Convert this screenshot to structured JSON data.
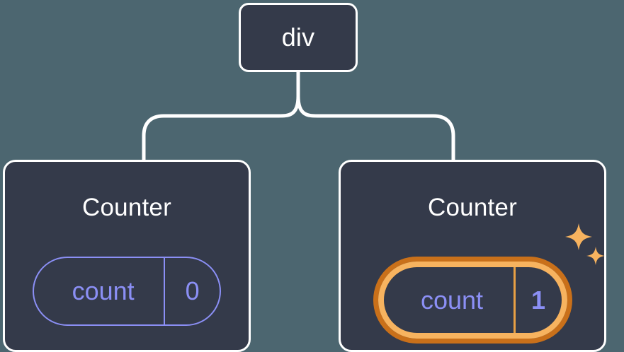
{
  "diagram": {
    "type": "component-tree",
    "background_color": "#4c6670",
    "node_fill_color": "#343a4a",
    "node_border_color": "#ffffff",
    "connector_color": "#ffffff",
    "state_color": "#8b8ff5",
    "highlight_outer_color": "#c9701a",
    "highlight_inner_color": "#f7b35f",
    "sparkle_color": "#f7b35f"
  },
  "root": {
    "label": "div"
  },
  "children": [
    {
      "title": "Counter",
      "state": {
        "key": "count",
        "value": "0"
      },
      "highlighted": false,
      "sparkles": false
    },
    {
      "title": "Counter",
      "state": {
        "key": "count",
        "value": "1"
      },
      "highlighted": true,
      "sparkles": true
    }
  ]
}
